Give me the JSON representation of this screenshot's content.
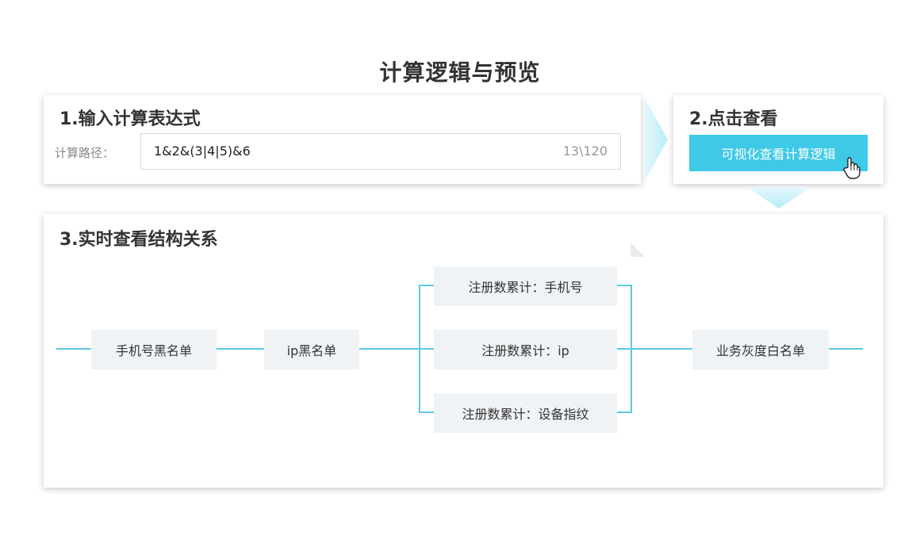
{
  "page": {
    "title": "计算逻辑与预览"
  },
  "step1": {
    "title": "1.输入计算表达式",
    "label": "计算路径：",
    "value": "1&2&(3|4|5)&6",
    "count": "13\\120"
  },
  "step2": {
    "title": "2.点击查看",
    "button_label": "可视化查看计算逻辑"
  },
  "step3": {
    "title": "3.实时查看结构关系",
    "nodes": {
      "phone_blacklist": "手机号黑名单",
      "ip_blacklist": "ip黑名单",
      "register_phone": "注册数累计：手机号",
      "register_ip": "注册数累计：ip",
      "register_device": "注册数累计：设备指纹",
      "gray_whitelist": "业务灰度白名单"
    }
  },
  "colors": {
    "accent": "#3ec9e6",
    "line": "#5cc8e0",
    "node_bg": "#f0f3f6"
  },
  "icons": [
    "hand-cursor-icon",
    "arrow-right-icon",
    "arrow-down-icon"
  ]
}
